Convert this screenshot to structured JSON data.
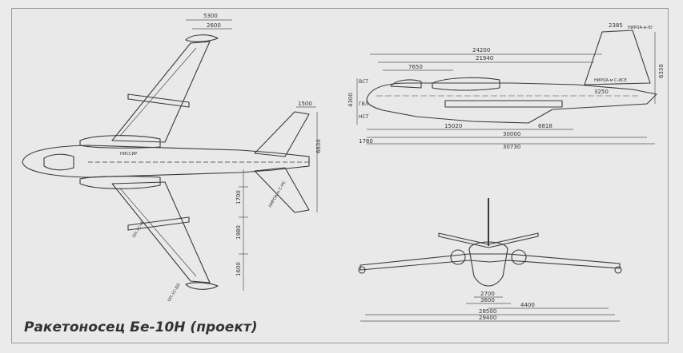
{
  "caption": "Ракетоносец Бе-10Н (проект)",
  "top_view": {
    "dims": [
      "5300",
      "2600",
      "1500",
      "6630",
      "1700",
      "1980",
      "1600"
    ],
    "labels": [
      "НИССИР",
      "ОП-1С-М",
      "ОП-1С-ДО",
      "НИРОА-м С-НС"
    ]
  },
  "side_view": {
    "dims": [
      "24200",
      "21940",
      "7650",
      "2385",
      "6330",
      "4300",
      "3250",
      "ВСТ",
      "ГВЛ",
      "НСТ",
      "1780",
      "15020",
      "6818",
      "30000",
      "30730"
    ],
    "labels": [
      "НИРОА-м-Ю",
      "НИРОА-м С-ИСЕ"
    ]
  },
  "front_view": {
    "dims": [
      "2700",
      "3600",
      "4400",
      "28500",
      "29400"
    ]
  },
  "colors": {
    "ink": "#3a3a3a",
    "paper": "#e9e9e9",
    "dim": "#555555"
  }
}
